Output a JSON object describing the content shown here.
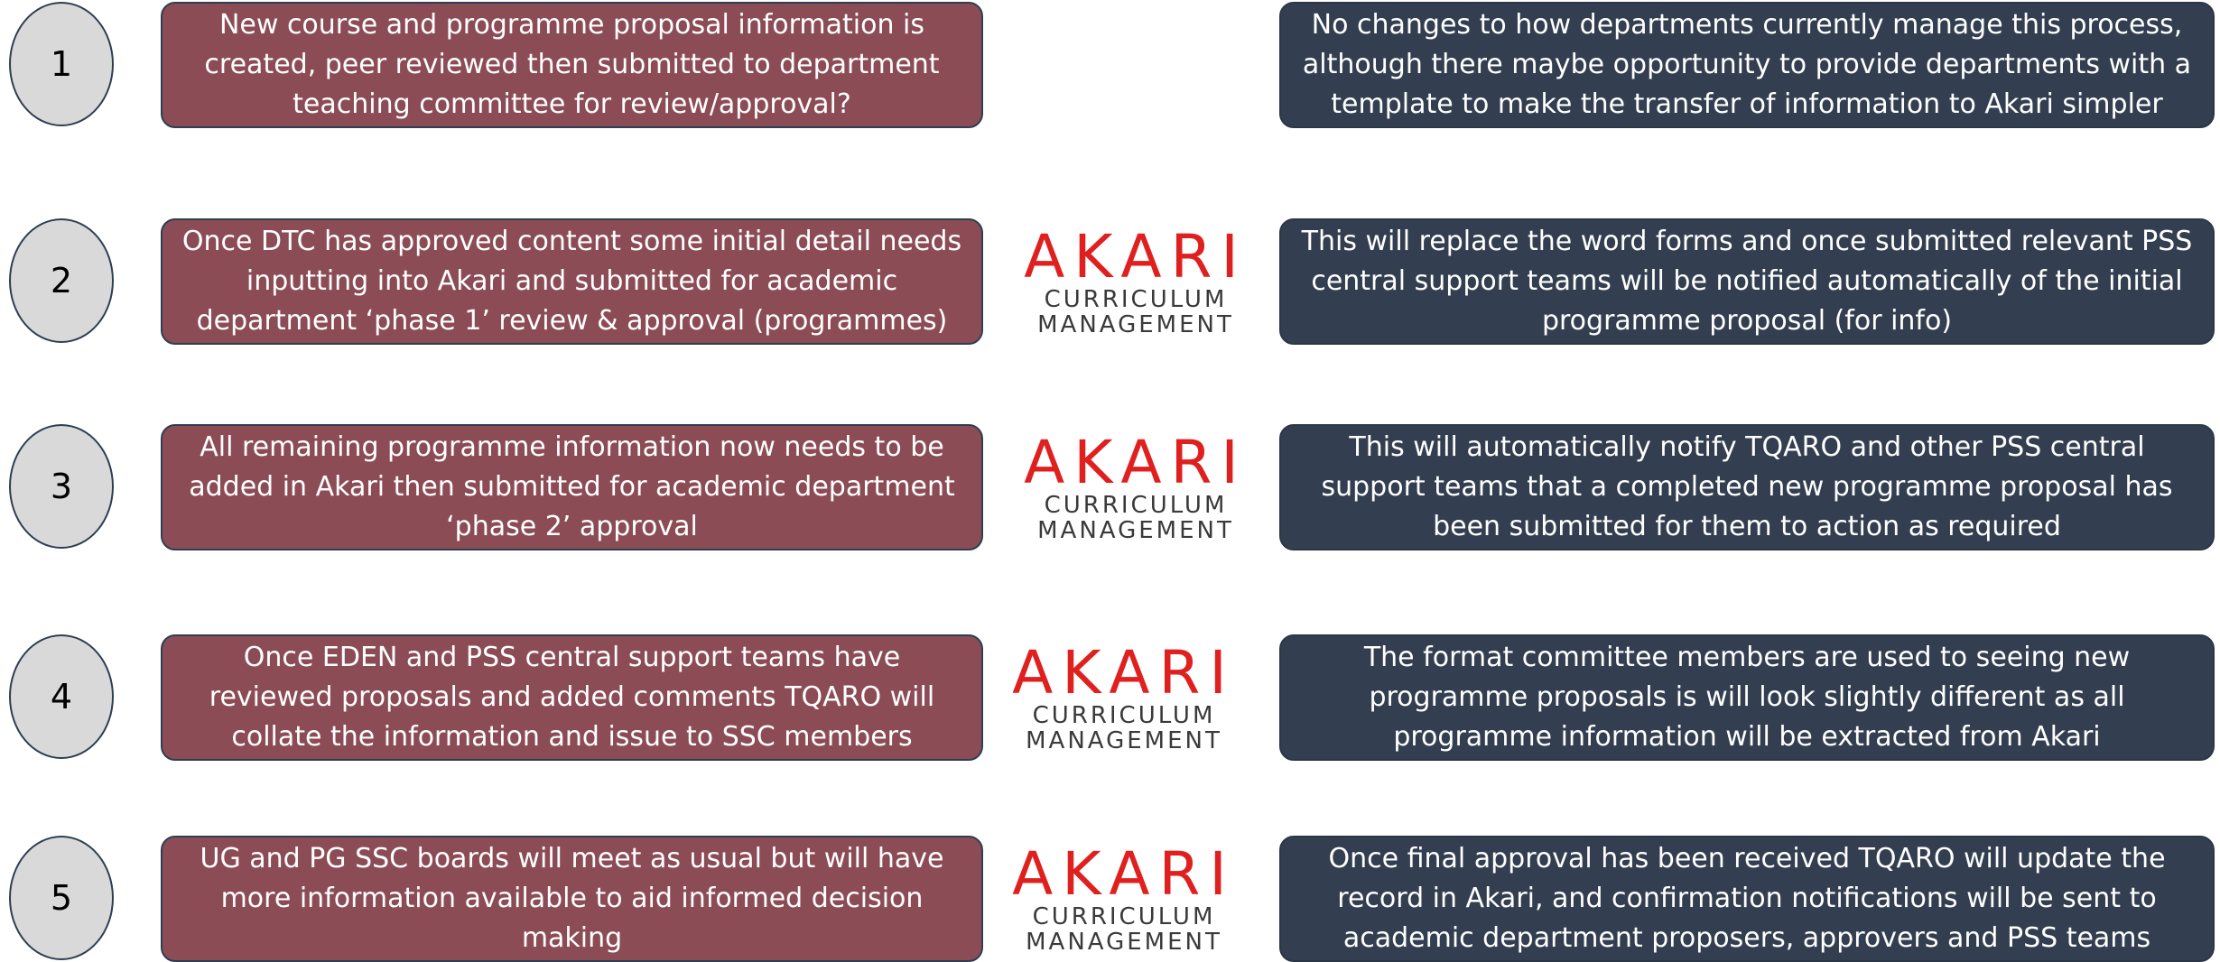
{
  "steps": [
    {
      "number": "1",
      "left_text": "New course and programme proposal information is created, peer reviewed then submitted to department teaching committee for review/approval?",
      "right_text": "No changes to how departments currently manage this process, although there maybe opportunity to provide departments with a template to make the transfer of information to Akari simpler",
      "logo": null
    },
    {
      "number": "2",
      "left_text": "Once DTC has approved content some initial  detail needs inputting into Akari and submitted for academic department ‘phase 1’ review & approval (programmes)",
      "right_text": "This will replace the word forms and once submitted relevant PSS central support teams will be notified automatically of the initial programme proposal (for info)",
      "logo": {
        "word": "AKARI",
        "line1": "CURRICULUM",
        "line2": "MANAGEMENT"
      }
    },
    {
      "number": "3",
      "left_text": "All remaining programme information now needs to be added in Akari then submitted for academic department ‘phase 2’ approval",
      "right_text": "This will automatically notify TQARO and other PSS central support teams that a completed new programme proposal has been submitted for them to action as required",
      "logo": {
        "word": "AKARI",
        "line1": "CURRICULUM",
        "line2": "MANAGEMENT"
      }
    },
    {
      "number": "4",
      "left_text": "Once EDEN and PSS central support teams have reviewed proposals and added comments TQARO will collate the information and issue to SSC members",
      "right_text": "The format committee members are used to seeing new programme proposals is will look slightly different as all programme information will be extracted from Akari",
      "logo": {
        "word": "AKARI",
        "line1": "CURRICULUM",
        "line2": "MANAGEMENT"
      }
    },
    {
      "number": "5",
      "left_text": "UG and PG SSC boards will meet as usual but will have more information available to aid informed decision making",
      "right_text": "Once final approval has been received TQARO will update the record in Akari, and confirmation notifications will be sent to academic department proposers, approvers and PSS teams",
      "logo": {
        "word": "AKARI",
        "line1": "CURRICULUM",
        "line2": "MANAGEMENT"
      }
    }
  ],
  "colors": {
    "left_box": "#8c4c56",
    "right_box": "#333f50",
    "circle": "#d9d9d9",
    "logo_red": "#e0201e",
    "logo_grey": "#3a3a3a"
  }
}
